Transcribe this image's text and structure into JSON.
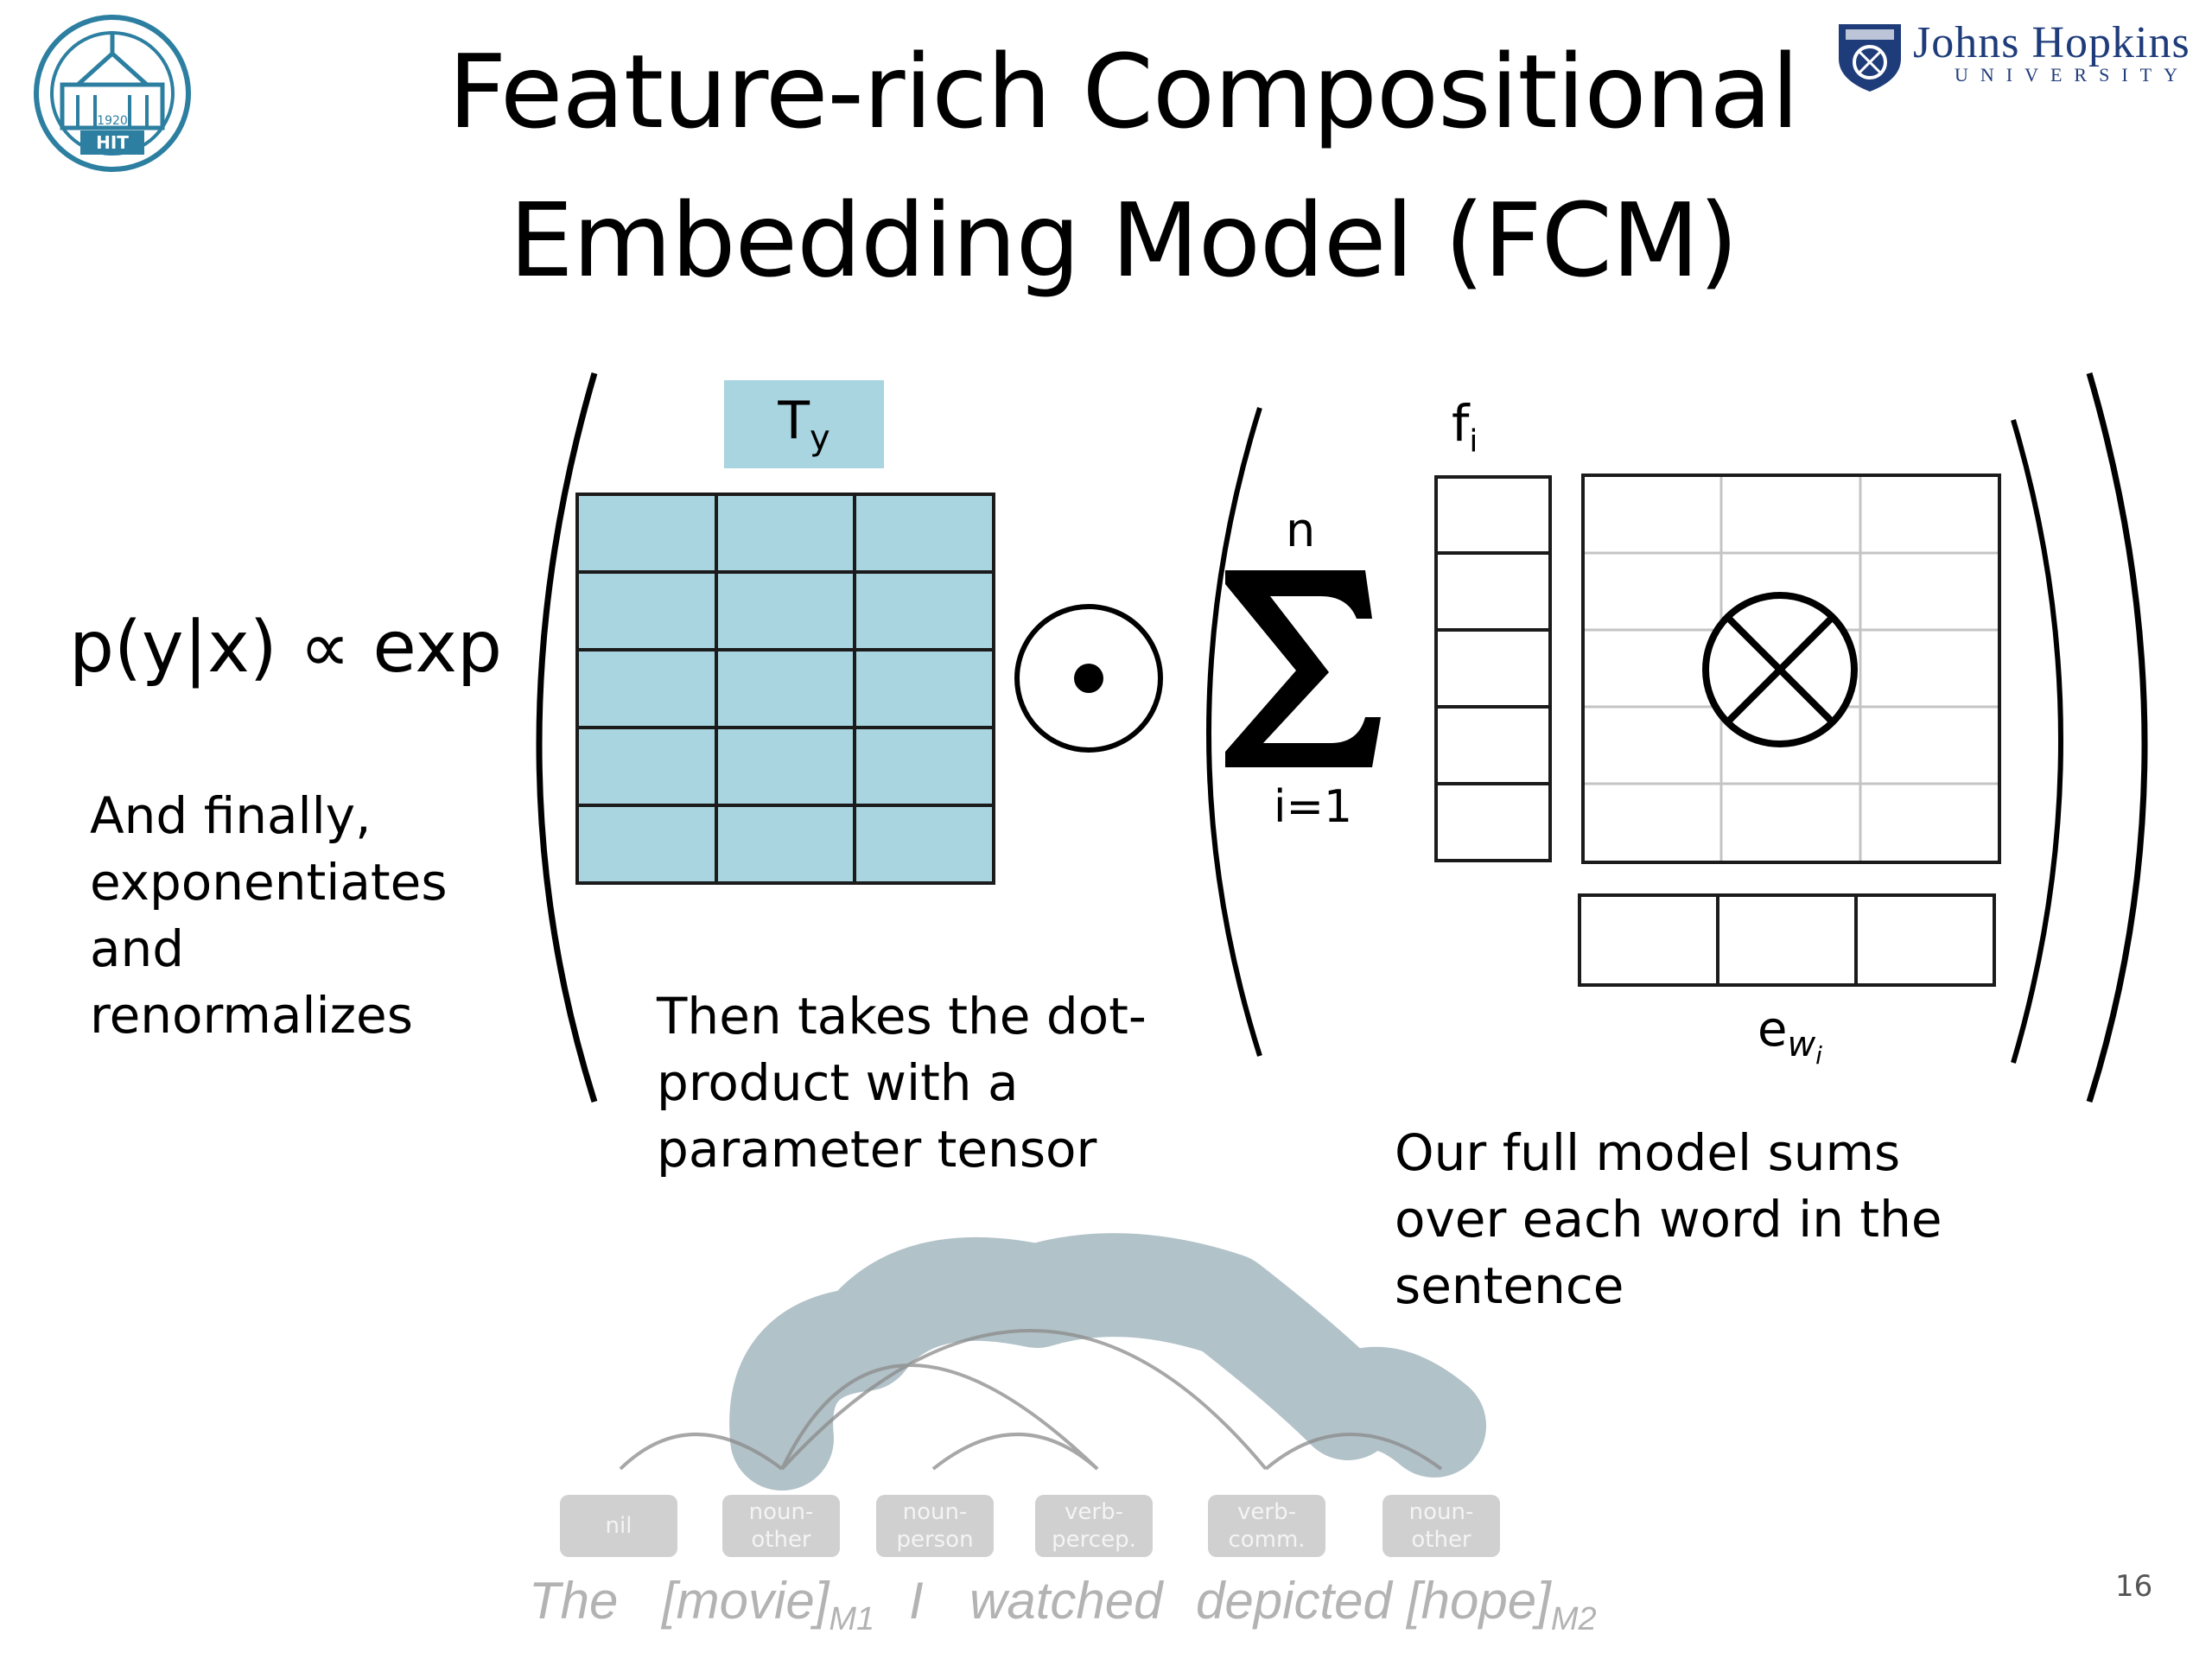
{
  "slide": {
    "title_line1": "Feature-rich Compositional",
    "title_line2": "Embedding Model (FCM)",
    "page_number": "16"
  },
  "logos": {
    "left_logo_text": "HIT",
    "left_logo_year": "1920",
    "right_logo_name": "Johns Hopkins",
    "right_logo_sub": "UNIVERSITY",
    "brand_color": "#1f3c7a"
  },
  "formula": {
    "lhs": "p(y|x) ∝ exp",
    "tensor_label": "T",
    "tensor_label_sub": "y",
    "dot_operator": "⊙",
    "sum_upper": "n",
    "sum_lower": "i=1",
    "feature_label": "f",
    "feature_label_sub": "i",
    "embed_label": "e",
    "embed_label_sub": "w",
    "embed_label_subsub": "i",
    "outer_operator": "⊗"
  },
  "annotations": {
    "exp_note": [
      "And finally,",
      "exponentiates",
      "and",
      "renormalizes"
    ],
    "dot_note": [
      "Then takes the dot-",
      "product with a",
      "parameter tensor"
    ],
    "sum_note": [
      "Our full model sums",
      "over each word in the",
      "sentence"
    ]
  },
  "dependency_example": {
    "tokens": [
      {
        "tag_line1": "nil",
        "tag_line2": ""
      },
      {
        "tag_line1": "noun-",
        "tag_line2": "other"
      },
      {
        "tag_line1": "noun-",
        "tag_line2": "person"
      },
      {
        "tag_line1": "verb-",
        "tag_line2": "percep."
      },
      {
        "tag_line1": "verb-",
        "tag_line2": "comm."
      },
      {
        "tag_line1": "noun-",
        "tag_line2": "other"
      }
    ],
    "words": {
      "w1": "The",
      "w2": "[movie]",
      "w2_sub": "M1",
      "w3": "I",
      "w4": "watched",
      "w5": "depicted",
      "w6": "[hope]",
      "w6_sub": "M2"
    }
  },
  "colors": {
    "tensor_fill": "#a8d5e0",
    "tensor_label_fill": "#a8d5e0",
    "highlight_path": "#9fb3bc",
    "tag_box": "#c8c8c8",
    "sentence_text": "#b3b3b3"
  }
}
